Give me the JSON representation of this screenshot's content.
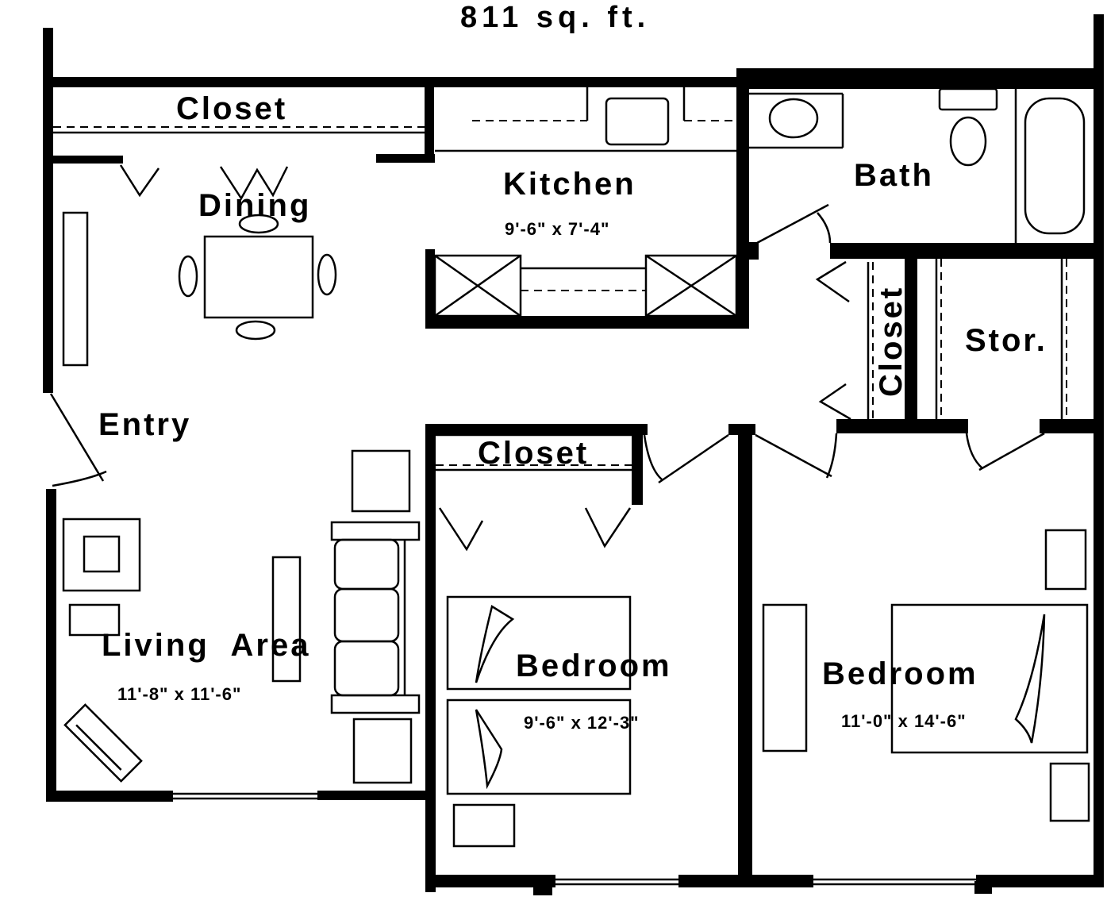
{
  "plan": {
    "area": "811 sq. ft.",
    "rooms": {
      "closet_top": "Closet",
      "dining": "Dining",
      "kitchen": "Kitchen",
      "kitchen_dim": "9'-6\" x 7'-4\"",
      "bath": "Bath",
      "closet_hall": "Closet",
      "storage": "Stor.",
      "entry": "Entry",
      "closet_bedroom": "Closet",
      "living": "Living  Area",
      "living_dim": "11'-8\" x 11'-6\"",
      "bedroom1": "Bedroom",
      "bedroom1_dim": "9'-6\" x 12'-3\"",
      "bedroom2": "Bedroom",
      "bedroom2_dim": "11'-0\" x 14'-6\""
    }
  }
}
